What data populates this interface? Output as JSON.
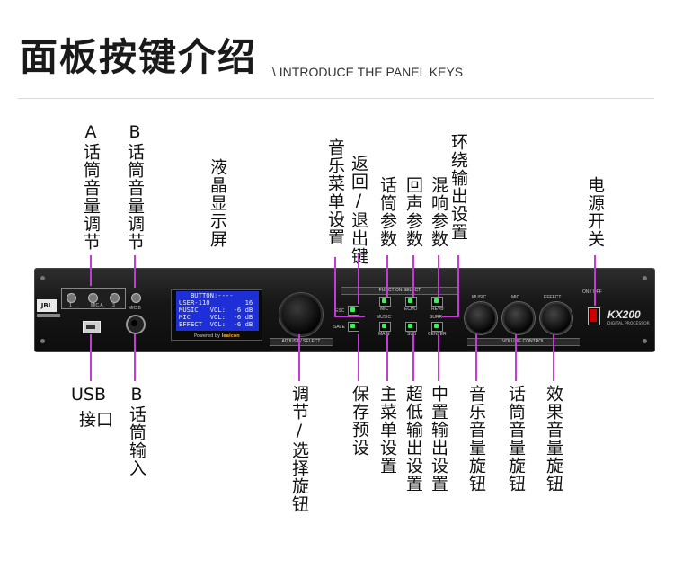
{
  "header": {
    "title": "面板按键介绍",
    "subtitle": "\\ INTRODUCE THE PANEL KEYS"
  },
  "labels_top": {
    "mic_a_volume": "A话筒音量调节",
    "mic_b_volume": "B话筒音量调节",
    "lcd_screen": "液晶显示屏",
    "music_menu": "音乐菜单设置",
    "back_exit": "返回/退出键",
    "mic_params": "话筒参数",
    "echo_params": "回声参数",
    "reverb_params": "混响参数",
    "surround_out": "环绕输出设置",
    "power_switch": "电源开关"
  },
  "labels_bottom": {
    "usb_line1": "USB",
    "usb_line2": "接口",
    "mic_b_input": "B话筒输入",
    "adjust_select": "调节/选择旋钮",
    "save_preset": "保存预设",
    "main_menu": "主菜单设置",
    "subwoofer_out": "超低输出设置",
    "center_out": "中置输出设置",
    "music_volume": "音乐音量旋钮",
    "mic_volume": "话筒音量旋钮",
    "effect_volume": "效果音量旋钮"
  },
  "device": {
    "brand": "JBL",
    "mic_a_label": "MIC A",
    "mic_b_label": "MIC B",
    "knob_nums": [
      "1",
      "2",
      "3"
    ],
    "lcd": {
      "line1": "   BUTTON:----",
      "line2": "USER-110         16",
      "line3": "MUSIC   VOL:  -6 dB",
      "line4": "MIC     VOL:  -6 dB",
      "line5": "EFFECT  VOL:  -6 dB"
    },
    "powered_by": "Powered by",
    "powered_brand": "leaicon",
    "adjust_label": "ADJUST / SELECT",
    "function_label": "FUNCTION SELECT",
    "volume_label": "VOLUME CONTROL",
    "btn_esc": "ESC",
    "btn_save": "SAVE",
    "btn_mic": "MIC",
    "btn_echo": "ECHO",
    "btn_revb": "REVB",
    "btn_music": "MUSIC",
    "btn_main": "MAIN",
    "btn_sub": "SUB",
    "btn_surr": "SURR",
    "btn_center": "CENTER",
    "knob_music": "MUSIC",
    "knob_mic": "MIC",
    "knob_effect": "EFFECT",
    "on_off": "ON / OFF",
    "model": "KX200",
    "model_sub": "DIGITAL PROCESSOR"
  },
  "colors": {
    "leader": "#c43bd6",
    "lcd_bg": "#1f2fd8",
    "led": "#3df05a"
  }
}
